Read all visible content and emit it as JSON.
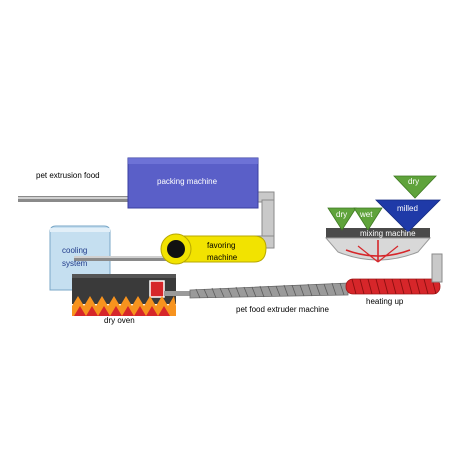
{
  "labels": {
    "pet_extrusion_food": "pet  extrusion food",
    "packing_machine": "packing machine",
    "cooling": "cooling",
    "system": "system",
    "favoring": "favoring",
    "machine": "machine",
    "dry_oven": "dry oven",
    "pet_food_extruder_machine": "pet food extruder machine",
    "heating_up": "heating up",
    "mixing_machine": "mixing machine",
    "hopper_dry_left": "dry",
    "hopper_wet": "wet",
    "hopper_milled": "milled",
    "hopper_dry_top": "dry"
  },
  "colors": {
    "packing_machine": "#5a5fc8",
    "favoring_machine": "#f2e300",
    "cooling_system": "#c5dff0",
    "hopper_green": "#5fa33b",
    "hopper_blue": "#1f3aa8",
    "heater_red": "#d6262a",
    "pipe_gray": "#b8b8b8",
    "oven_dark": "#3a3a3a",
    "flame_orange": "#f7931e"
  }
}
